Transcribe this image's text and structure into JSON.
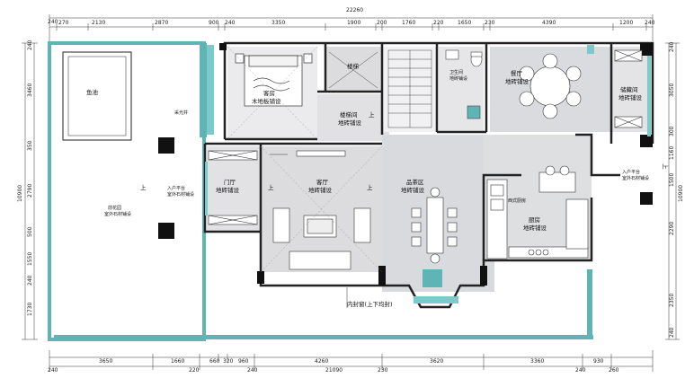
{
  "top_dims": {
    "overall": "22260",
    "segments": [
      "240",
      "2130",
      "2870",
      "900",
      "240",
      "3350",
      "1900",
      "200",
      "1760",
      "220",
      "1650",
      "230",
      "4390",
      "1200",
      "240"
    ],
    "start": "240",
    "small": "270"
  },
  "bottom_dims": {
    "overall": "21090",
    "segments_upper": [
      "3650",
      "1660",
      "660",
      "320",
      "960",
      "4260",
      "3620",
      "3360",
      "930"
    ],
    "segments_lower": [
      "240",
      "220",
      "240",
      "230",
      "240",
      "260"
    ]
  },
  "left_dims": [
    "240",
    "3460",
    "10900",
    "350",
    "2790",
    "500",
    "1550",
    "240",
    "1730"
  ],
  "right_dims": [
    "240",
    "3050",
    "300",
    "1160",
    "1500",
    "10900",
    "2290",
    "2350",
    "240"
  ],
  "rooms": {
    "garden": "前花园",
    "garden_sub": "室外石材铺设",
    "pool": "鱼池",
    "skylight": "采光井",
    "guest_room": "客房",
    "guest_room_floor": "木地板铺设",
    "stair_up": "楼梯",
    "stairwell": "楼梯间",
    "stairwell_floor": "地砖铺设",
    "dining": "餐厅",
    "dining_floor": "地砖铺设",
    "storage": "储藏间",
    "storage_floor": "地砖铺设",
    "wc": "卫生间",
    "wc_floor": "地砖铺设",
    "foyer": "门厅",
    "foyer_floor": "地砖铺设",
    "living": "客厅",
    "living_floor": "地砖铺设",
    "tea": "品茶区",
    "tea_floor": "地砖铺设",
    "kitchen": "厨房",
    "kitchen_floor": "地砖铺设",
    "west_kitchen": "西式厨房",
    "entry_left": "入户平台",
    "entry_left_sub": "室外石材铺设",
    "entry_right": "入户平台",
    "entry_right_sub": "室外石材铺设",
    "window_note": "内封窗(上下均封)",
    "up": "上"
  },
  "colors": {
    "wall": "#222222",
    "teal": "#5fb5b5",
    "floor_grey": "#e3e3e5",
    "floor_marble": "#d9dadd"
  }
}
